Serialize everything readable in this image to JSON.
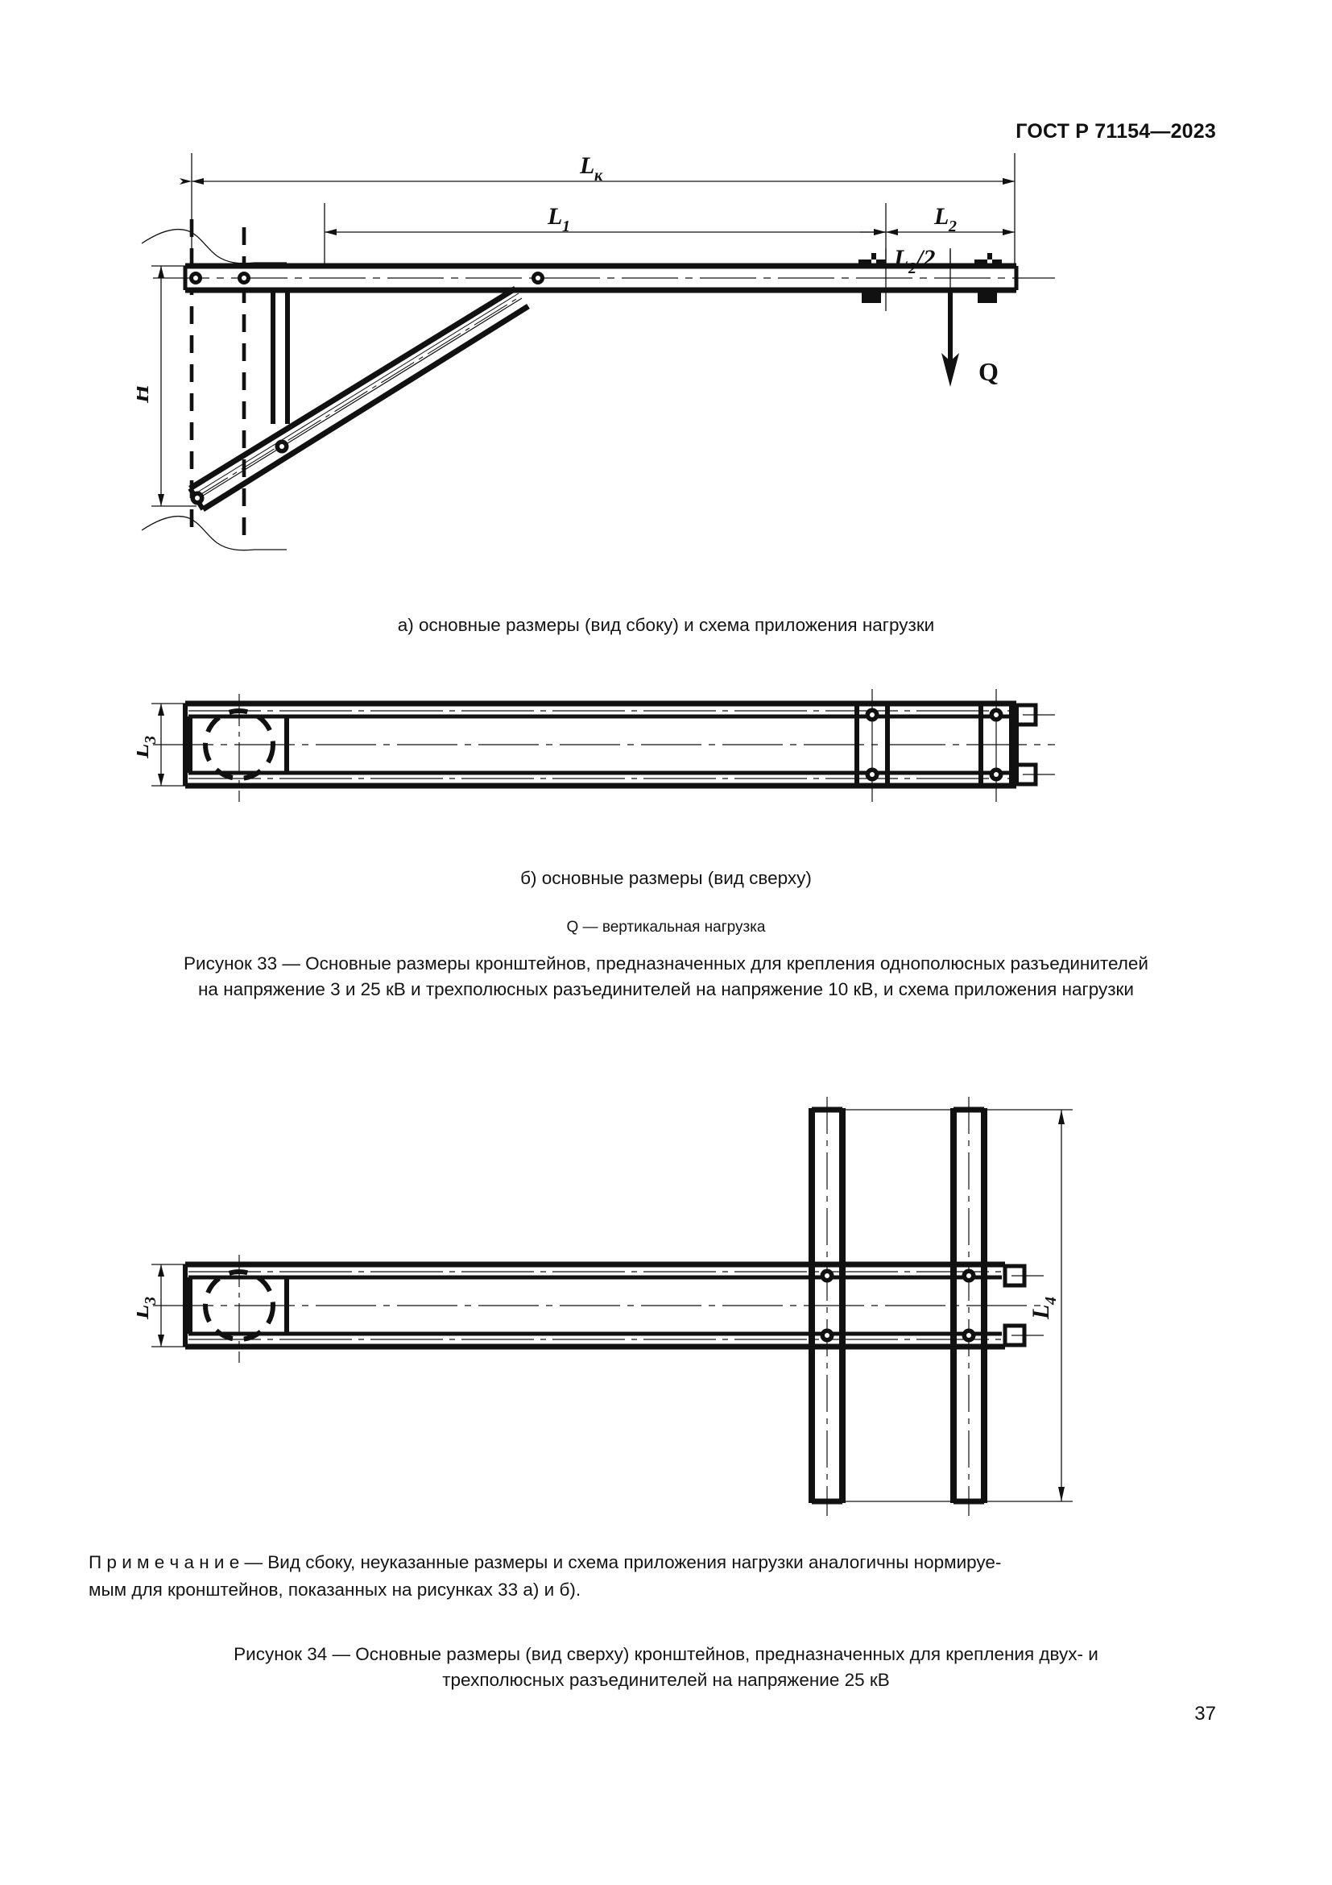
{
  "header": {
    "standard": "ГОСТ Р 71154—2023"
  },
  "figure33": {
    "caption_a": "а) основные размеры (вид сбоку) и схема приложения нагрузки",
    "caption_b": "б) основные размеры (вид сверху)",
    "legend": "Q — вертикальная нагрузка",
    "title_line1": "Рисунок 33 — Основные размеры кронштейнов, предназначенных для крепления однополюсных разъединителей",
    "title_line2": "на напряжение 3 и 25 кВ и трехполюсных разъединителей на напряжение 10 кВ, и схема приложения нагрузки",
    "dimensions": {
      "lk": "L",
      "lk_sub": "к",
      "l1": "L",
      "l1_sub": "1",
      "l2": "L",
      "l2_sub": "2",
      "l2half": "L",
      "l2half_sub": "2",
      "l2half_tail": "/2",
      "h": "H",
      "l3": "L",
      "l3_sub": "3",
      "load": "Q"
    }
  },
  "figure34": {
    "note_label": "П р и м е ч а н и е",
    "note_text": "  —  Вид сбоку, неуказанные размеры и схема приложения нагрузки аналогичны нормируе-мым для кронштейнов, показанных на рисунках 33 а) и б).",
    "note_full_line1": "П р и м е ч а н и е   —  Вид сбоку, неуказанные размеры и схема приложения нагрузки аналогичны нормируе-",
    "note_full_line2": "мым для кронштейнов, показанных на рисунках 33 а) и б).",
    "title_line1": "Рисунок 34 — Основные размеры (вид сверху) кронштейнов, предназначенных для крепления двух- и",
    "title_line2": "трехполюсных разъединителей на напряжение 25 кВ",
    "dimensions": {
      "l3": "L",
      "l3_sub": "3",
      "l4": "L",
      "l4_sub": "4"
    }
  },
  "page": {
    "number": "37"
  },
  "colors": {
    "ink": "#111111",
    "line": "#1a1a1a",
    "paper": "#ffffff"
  }
}
